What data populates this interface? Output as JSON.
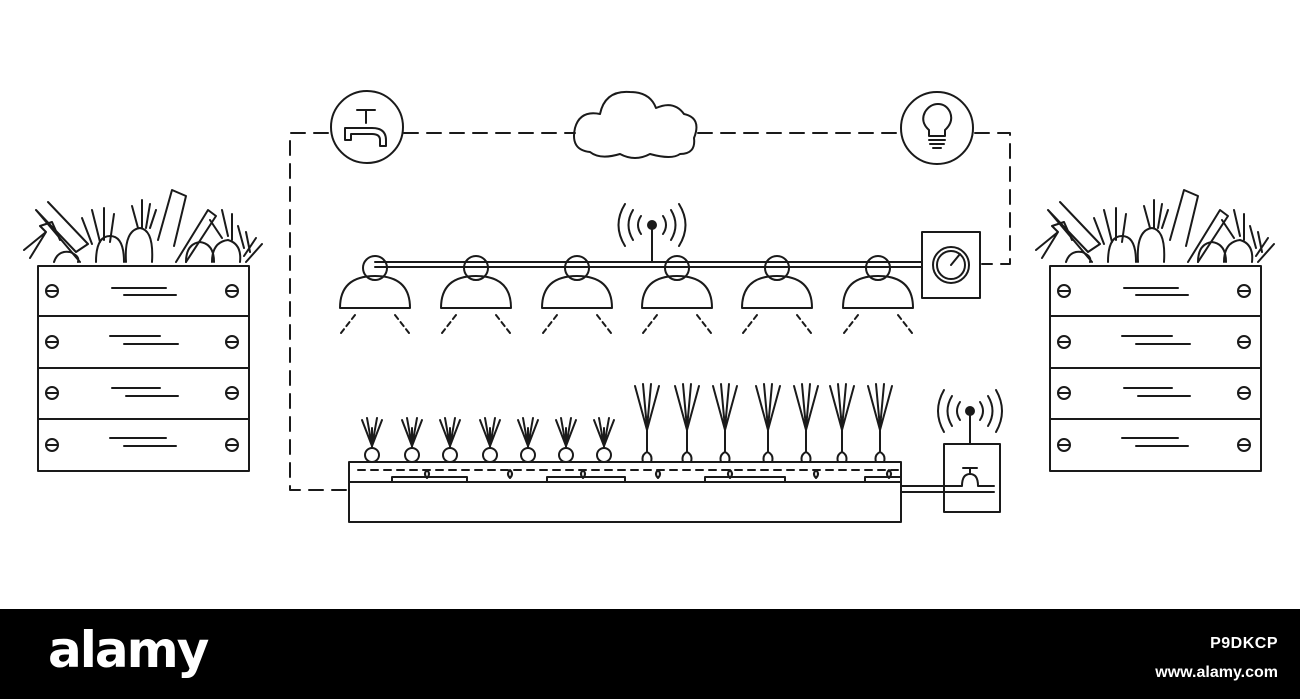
{
  "footer": {
    "brand": "alamy",
    "image_id": "P9DKCP",
    "url": "www.alamy.com"
  },
  "diagram": {
    "line_color": "#1a1a1a",
    "background": "#ffffff",
    "footer_background": "#000000",
    "nodes": [
      {
        "name": "water-tap-icon",
        "label": ""
      },
      {
        "name": "cloud-icon",
        "label": ""
      },
      {
        "name": "light-bulb-icon",
        "label": ""
      },
      {
        "name": "gauge-controller",
        "label": ""
      },
      {
        "name": "grow-lamps",
        "label": ""
      },
      {
        "name": "hydroponic-tray",
        "label": ""
      },
      {
        "name": "irrigation-valve-box",
        "label": ""
      },
      {
        "name": "vegetable-crate-left",
        "label": ""
      },
      {
        "name": "vegetable-crate-right",
        "label": ""
      }
    ],
    "lamp_count": 6,
    "small_plant_count": 7,
    "tall_plant_count": 7
  }
}
